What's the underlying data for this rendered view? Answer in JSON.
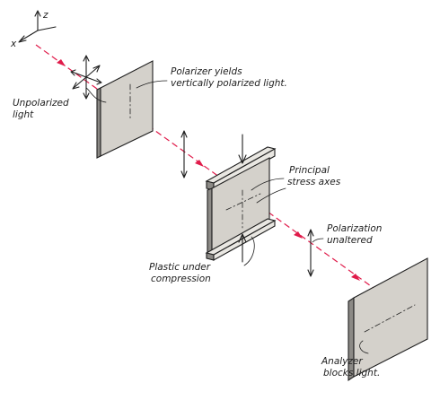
{
  "axes": {
    "z_label": "z",
    "x_label": "x"
  },
  "labels": {
    "unpolarized": [
      "Unpolarized",
      "light"
    ],
    "polarizer": [
      "Polarizer yields",
      "vertically polarized light."
    ],
    "stress_axes": [
      "Principal",
      "stress axes"
    ],
    "polarization": [
      "Polarization",
      "unaltered"
    ],
    "plastic": [
      "Plastic under",
      "compression"
    ],
    "analyzer": [
      "Analyzer",
      "blocks light."
    ]
  },
  "colors": {
    "beam": "#e01b4a",
    "ink": "#1e1e1e",
    "panel": "#d4d1cb"
  }
}
